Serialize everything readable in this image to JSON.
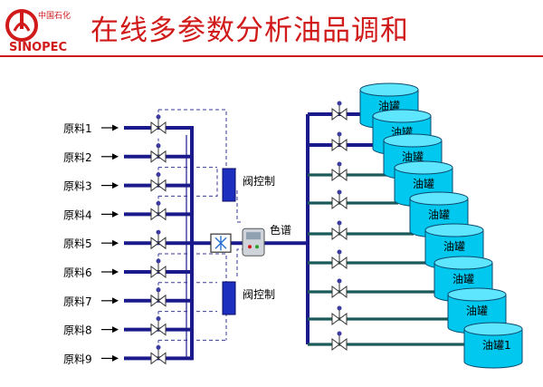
{
  "header": {
    "title": "在线多参数分析油品调和",
    "logo_text": "SINOPEC",
    "logo_cn": "中国石化",
    "colors": {
      "title": "#d11a1a",
      "rule": "#d11a1a"
    }
  },
  "diagram": {
    "raw_materials": [
      "原料1",
      "原料2",
      "原料3",
      "原料4",
      "原料5",
      "原料6",
      "原料7",
      "原料8",
      "原料9"
    ],
    "valve_control_labels": [
      "阀控制",
      "阀控制"
    ],
    "analyzer_label": "色谱",
    "tank_labels": [
      "油罐",
      "油罐",
      "油罐",
      "油罐",
      "油罐",
      "油罐",
      "油罐",
      "油罐",
      "油罐1"
    ],
    "colors": {
      "pipe": "#1a1a8c",
      "tank_fill": "#00c8ee",
      "tank_top": "#5fe6ff",
      "tank_stroke": "#0a4a6e",
      "signal": "#3a3a9a",
      "outlet_pipe": "#1c5a5a"
    }
  }
}
